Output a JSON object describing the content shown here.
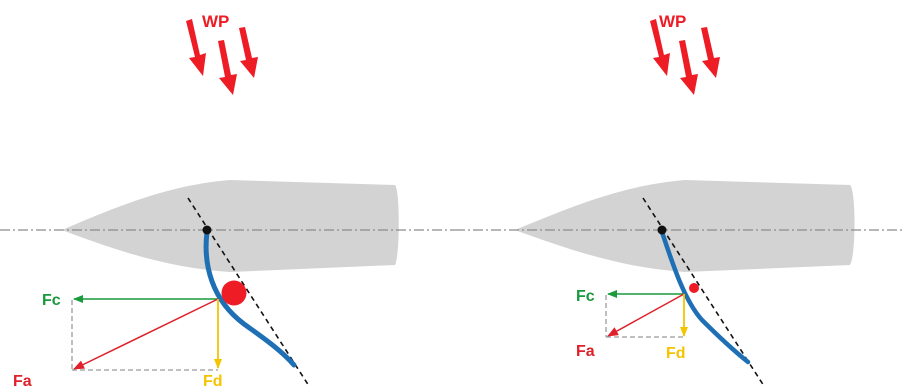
{
  "colors": {
    "hull": "#d3d3d3",
    "wind": "#ee1c25",
    "sail": "#1f6fb5",
    "fc": "#1a9a3c",
    "fa": "#e0202a",
    "fd": "#f5c400",
    "centerline": "#8c8c8c",
    "dashed_guide": "#9b9b9b",
    "chord": "#111111",
    "mast": "#111111"
  },
  "panels": [
    {
      "id": "left",
      "wind_label": "WP",
      "labels": {
        "fc": "Fc",
        "fa": "Fa",
        "fd": "Fd"
      },
      "center_of_effort_marker": "large"
    },
    {
      "id": "right",
      "wind_label": "WP",
      "labels": {
        "fc": "Fc",
        "fa": "Fa",
        "fd": "Fd"
      },
      "center_of_effort_marker": "small"
    }
  ]
}
